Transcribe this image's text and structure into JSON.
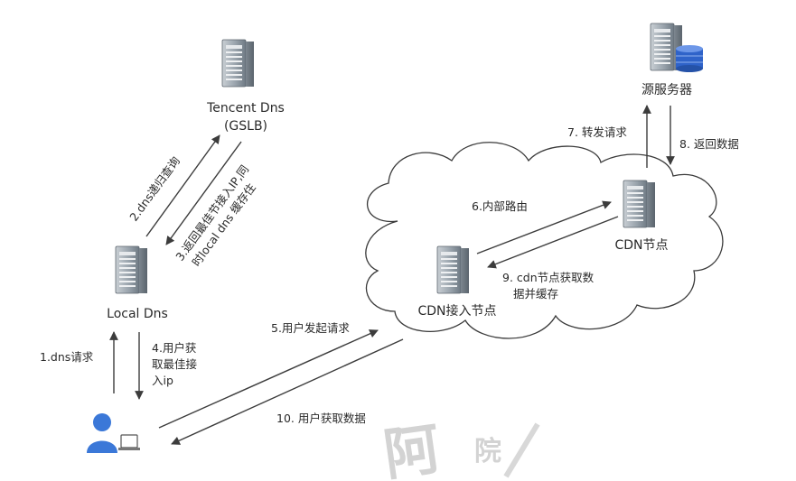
{
  "nodes": {
    "tencent_dns": {
      "line1": "Tencent Dns",
      "line2": "(GSLB)"
    },
    "local_dns": {
      "label": "Local Dns"
    },
    "origin": {
      "label": "源服务器"
    },
    "cdn_node": {
      "label": "CDN节点"
    },
    "cdn_access": {
      "label": "CDN接入节点"
    },
    "user": {
      "icon": "user-computer-icon"
    }
  },
  "steps": {
    "s1": "1.dns请求",
    "s2": "2.dns递归查询",
    "s3_line1": "3.返回最佳节接入IP,同",
    "s3_line2": "时local dns 缓存住",
    "s4_line1": "4.用户获",
    "s4_line2": "取最佳接",
    "s4_line3": "入ip",
    "s5": "5.用户发起请求",
    "s6": "6.内部路由",
    "s7": "7. 转发请求",
    "s8": "8. 返回数据",
    "s9_line1": "9. cdn节点获取数",
    "s9_line2": "据并缓存",
    "s10": "10. 用户获取数据"
  },
  "colors": {
    "server_body": "#9aa4ad",
    "server_dark": "#6f7a84",
    "database": "#2f63c9",
    "user_icon": "#3b78d8",
    "line": "#3c3c3c"
  },
  "watermark": "阿 院"
}
